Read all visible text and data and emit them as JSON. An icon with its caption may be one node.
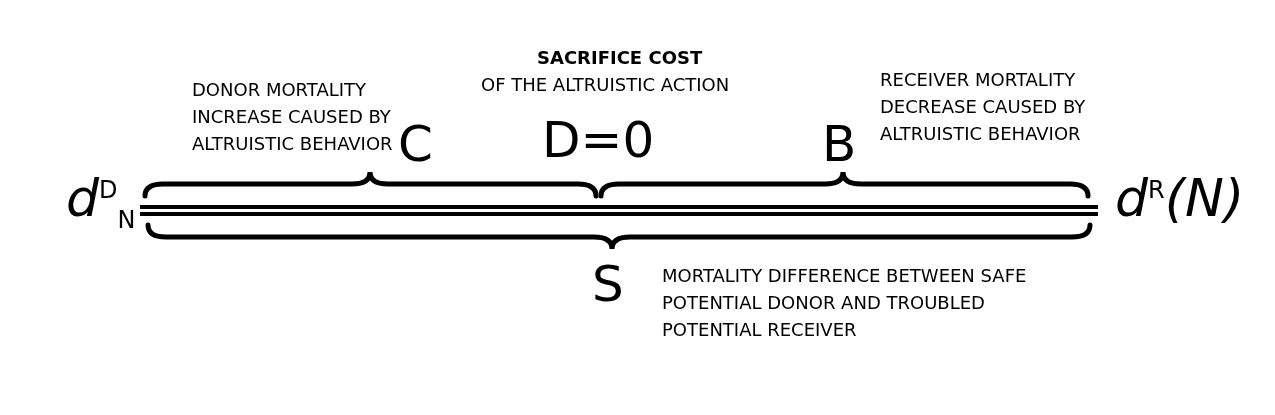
{
  "diagram": {
    "labels": [
      "SACRIFICE COST",
      "OF THE ALTRUISTIC ACTION",
      "DONOR MORTALITY INCREASE CAUSED BY ALTRUISTIC BEHAVIOR",
      "C",
      "D=0",
      "B",
      "RECEIVER MORTALITY DECREASE CAUSED BY ALTRUISTIC BEHAVIOR",
      "d$^{D}$$_{N}$",
      "d$^{R}$(N)",
      "S",
      "MORTALITY DIFFERENCE BETWEEN SAFE POTENTIAL DONOR AND TROUBLED POTENTIAL RECEIVER"
    ]
  }
}
